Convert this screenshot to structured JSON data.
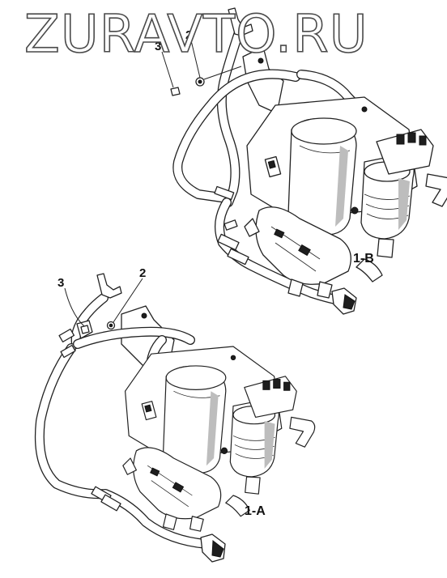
{
  "watermark": "ZURAVTO.RU",
  "views": [
    {
      "id": "1-B",
      "label": "1-B",
      "callouts": [
        "3",
        "2"
      ]
    },
    {
      "id": "1-A",
      "label": "1-A",
      "callouts": [
        "3",
        "2"
      ]
    }
  ],
  "colors": {
    "line": "#222222",
    "background": "#ffffff",
    "watermark_outline": "#4a4a4a"
  }
}
